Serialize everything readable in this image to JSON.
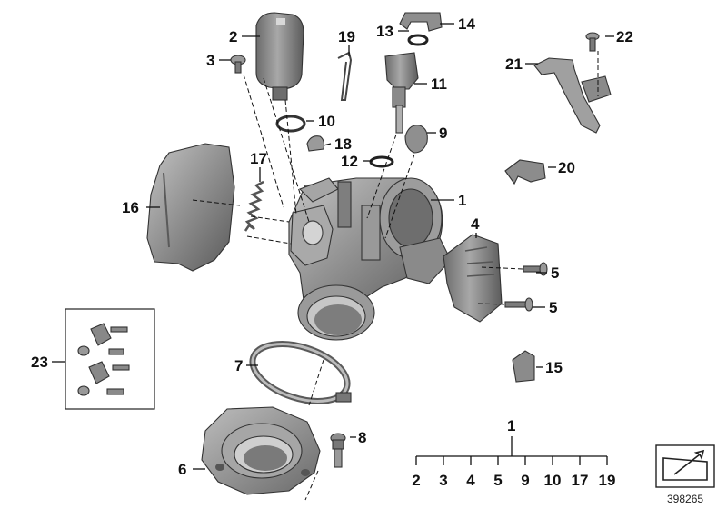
{
  "diagram": {
    "callouts": {
      "c1": "1",
      "c2": "2",
      "c3": "3",
      "c4": "4",
      "c5a": "5",
      "c5b": "5",
      "c6": "6",
      "c7": "7",
      "c8": "8",
      "c9": "9",
      "c10": "10",
      "c11": "11",
      "c12": "12",
      "c13": "13",
      "c14": "14",
      "c15": "15",
      "c16": "16",
      "c17": "17",
      "c18": "18",
      "c19": "19",
      "c20": "20",
      "c21": "21",
      "c22": "22",
      "c23": "23"
    },
    "tree": {
      "root": "1",
      "children": [
        "2",
        "3",
        "4",
        "5",
        "9",
        "10",
        "17",
        "19"
      ]
    },
    "document_number": "398265",
    "colors": {
      "part_fill": "#8c8c8c",
      "part_light": "#b5b5b5",
      "part_dark": "#5e5e5e",
      "line": "#111111"
    },
    "icons": [
      "folder-arrow-icon"
    ]
  }
}
